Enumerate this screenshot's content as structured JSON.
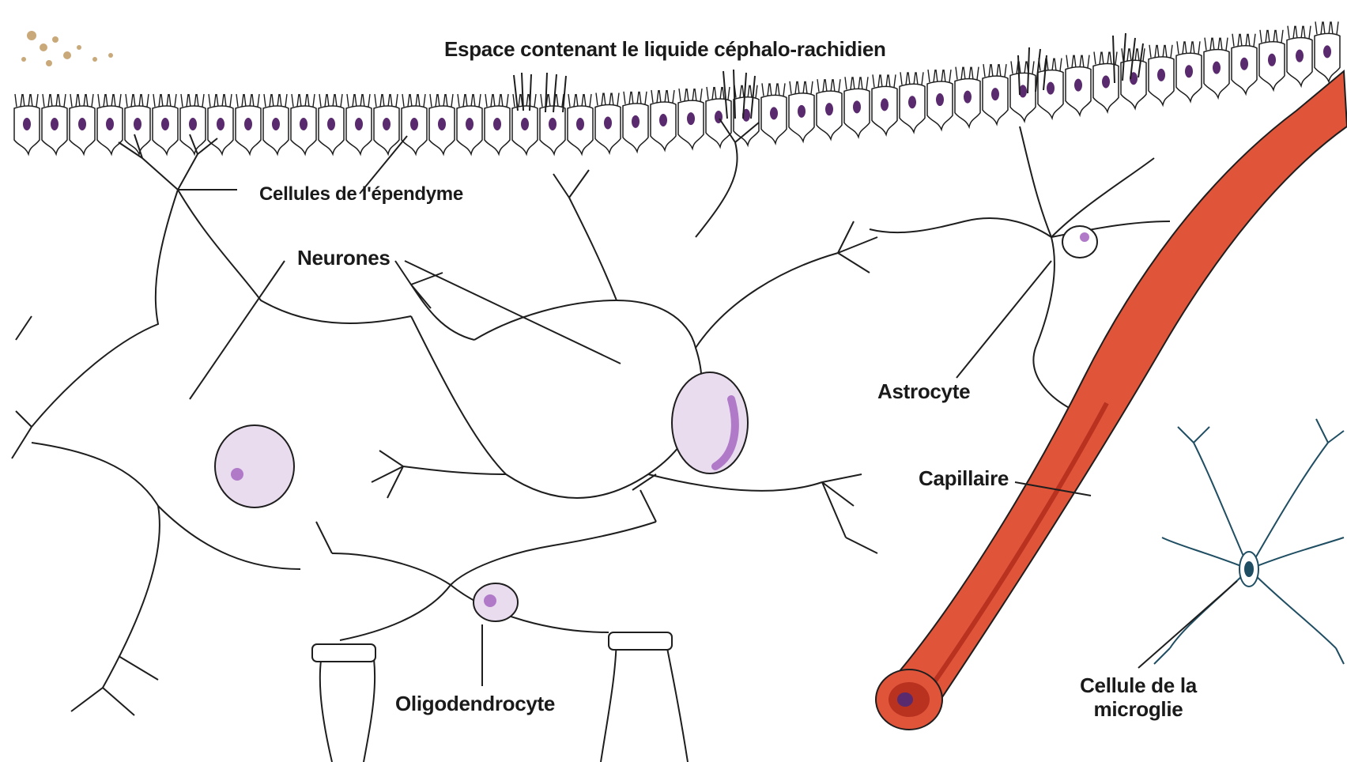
{
  "labels": {
    "csf_space": "Espace contenant le liquide céphalo-rachidien",
    "ependymal_cells": "Cellules de l'épendyme",
    "neurons": "Neurones",
    "astrocyte": "Astrocyte",
    "capillary": "Capillaire",
    "oligodendrocyte": "Oligodendrocyte",
    "microglia_line1": "Cellule de la",
    "microglia_line2": "microglie"
  },
  "colors": {
    "outline": "#1e1e1e",
    "nucleus_fill": "#e9dcef",
    "nucleolus": "#b07ac9",
    "ependyma_nucleus": "#5a2a6e",
    "capillary_fill": "#e0543a",
    "capillary_shade": "#b8321f",
    "microglia": "#1f4e63",
    "csf_speckle": "#c9a97a"
  }
}
